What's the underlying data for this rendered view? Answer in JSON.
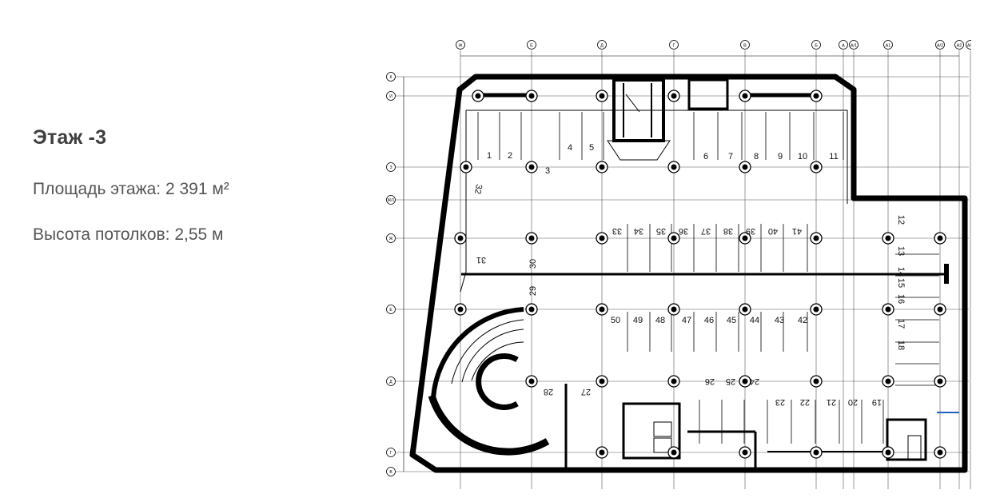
{
  "floor": {
    "title": "Этаж -3",
    "area": "Площадь этажа: 2 391 м²",
    "ceiling": "Высота потолков: 2,55 м"
  },
  "plan": {
    "spots_top": [
      "1",
      "2",
      "3",
      "4",
      "5",
      "6",
      "7",
      "8",
      "9",
      "10",
      "11"
    ],
    "spots_row2": [
      "33",
      "34",
      "35",
      "36",
      "37",
      "38",
      "39",
      "40",
      "41"
    ],
    "spots_row3": [
      "50",
      "49",
      "48",
      "47",
      "46",
      "45",
      "44",
      "43",
      "42"
    ],
    "spots_row4": [
      "26",
      "25",
      "24",
      "23",
      "22",
      "21",
      "20",
      "19"
    ],
    "spots_right": [
      "12",
      "13",
      "14",
      "15",
      "16",
      "17",
      "18"
    ],
    "spots_left": [
      "32",
      "31",
      "30",
      "29",
      "28",
      "27"
    ],
    "axis_top": [
      "Ж",
      "Е",
      "Д",
      "Г",
      "В",
      "Б",
      "А",
      "А/1",
      "А1",
      "А/2",
      "А2",
      "А/3"
    ],
    "axis_left": [
      "К",
      "И",
      "З",
      "Ж/1",
      "Ж",
      "Е",
      "Д",
      "Г",
      "В"
    ]
  }
}
